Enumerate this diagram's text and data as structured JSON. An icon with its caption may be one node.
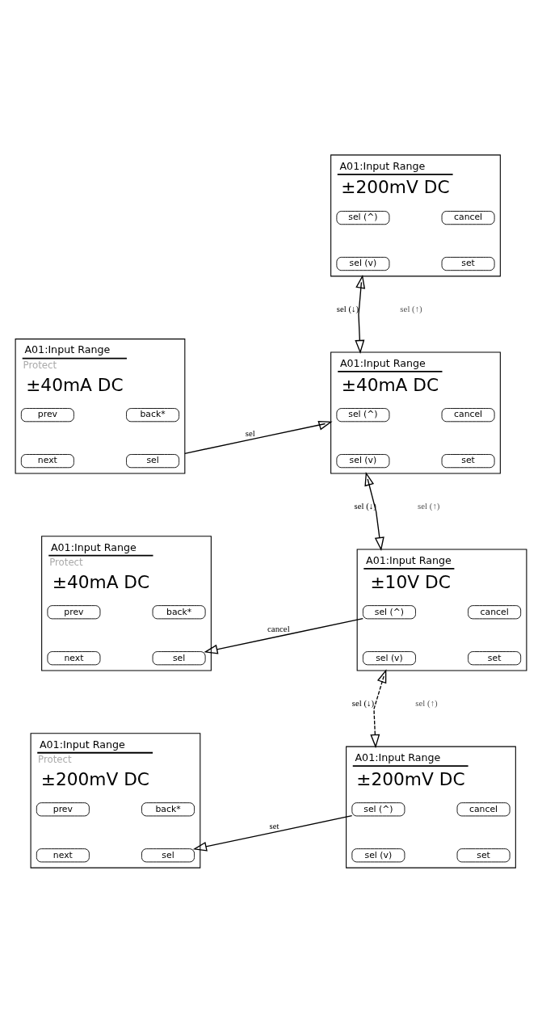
{
  "diagram": {
    "nodes": [
      {
        "text": [
          "A01:Input Range",
          "±200mV DC"
        ]
      },
      {
        "text": [
          "sel (^)"
        ],
        "in": 0
      },
      {
        "text": [
          "cancel"
        ],
        "in": 0
      },
      {
        "text": [
          "sel (v)"
        ],
        "in": 0
      },
      {
        "text": [
          "set"
        ],
        "in": 0
      },
      {
        "text": [
          "A01:Input Range",
          "Protect",
          "±40mA DC"
        ]
      },
      {
        "text": [
          "prev"
        ],
        "in": 5
      },
      {
        "text": [
          "back*"
        ],
        "in": 5
      },
      {
        "text": [
          "next"
        ],
        "in": 5
      },
      {
        "text": [
          "sel"
        ],
        "in": 5
      },
      {
        "text": [
          "A01:Input Range",
          "±40mA DC"
        ]
      },
      {
        "text": [
          "sel (^)"
        ],
        "in": 10
      },
      {
        "text": [
          "cancel"
        ],
        "in": 10
      },
      {
        "text": [
          "sel (v)"
        ],
        "in": 10
      },
      {
        "text": [
          "set"
        ],
        "in": 10
      },
      {
        "text": [
          "A01:Input Range",
          "Protect",
          "±40mA DC"
        ]
      },
      {
        "text": [
          "prev"
        ],
        "in": 15
      },
      {
        "text": [
          "back*"
        ],
        "in": 15
      },
      {
        "text": [
          "next"
        ],
        "in": 15
      },
      {
        "text": [
          "sel"
        ],
        "in": 15
      },
      {
        "text": [
          "A01:Input Range",
          "±10V DC"
        ]
      },
      {
        "text": [
          "sel (^)"
        ],
        "in": 20
      },
      {
        "text": [
          "cancel"
        ],
        "in": 20
      },
      {
        "text": [
          "sel (v)"
        ],
        "in": 20
      },
      {
        "text": [
          "set"
        ],
        "in": 20
      },
      {
        "text": [
          "A01:Input Range",
          "Protect",
          "±200mV DC"
        ]
      },
      {
        "text": [
          "prev"
        ],
        "in": 25
      },
      {
        "text": [
          "back*"
        ],
        "in": 25
      },
      {
        "text": [
          "next"
        ],
        "in": 25
      },
      {
        "text": [
          "sel"
        ],
        "in": 25
      },
      {
        "text": [
          "A01:Input Range",
          "±200mV DC"
        ]
      },
      {
        "text": [
          "sel (^)"
        ],
        "in": 30
      },
      {
        "text": [
          "cancel"
        ],
        "in": 30
      },
      {
        "text": [
          "sel (v)"
        ],
        "in": 30
      },
      {
        "text": [
          "set"
        ],
        "in": 30
      }
    ],
    "edges": [
      {
        "from": 0,
        "to": 10,
        "arrow": "both",
        "label": "sel (↓)"
      },
      {
        "from": 5,
        "to": 10,
        "arrow": "to",
        "label": "sel"
      },
      {
        "from": 10,
        "to": 20,
        "arrow": "both",
        "label": "sel (↓)"
      },
      {
        "from": 20,
        "to": 15,
        "arrow": "to",
        "label": "cancel"
      },
      {
        "from": 20,
        "to": 30,
        "arrow": "both",
        "label": "sel (↓)",
        "style": "dashed"
      },
      {
        "from": 30,
        "to": 25,
        "arrow": "to",
        "label": "set"
      }
    ],
    "labels": [
      "sel (↑)",
      "sel (↑)",
      "sel (↑)"
    ]
  }
}
